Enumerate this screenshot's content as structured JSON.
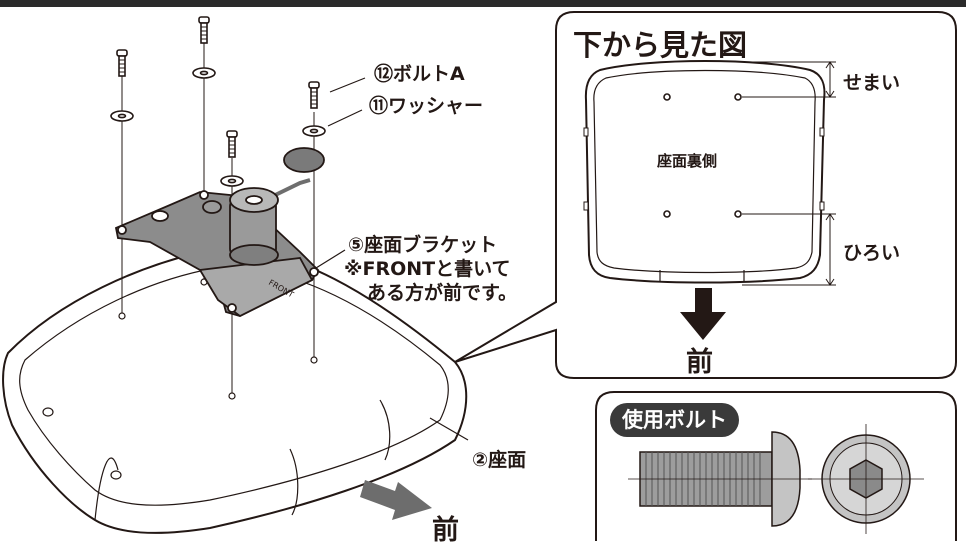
{
  "labels": {
    "bolt_a": "⑫ボルトA",
    "washer": "⑪ワッシャー",
    "bracket": "⑤座面ブラケット",
    "bracket_note_1": "※FRONTと書いて",
    "bracket_note_2": "ある方が前です。",
    "seat": "②座面",
    "front_main": "前",
    "bracket_front_mark": "FRONT"
  },
  "bottom_view": {
    "title": "下から見た図",
    "center_label": "座面裏側",
    "narrow": "せまい",
    "wide": "ひろい",
    "front": "前"
  },
  "bolt_panel": {
    "badge": "使用ボルト"
  },
  "colors": {
    "ink": "#231815",
    "arrow_gray": "#6d6d6d",
    "arrow_dark": "#231815",
    "badge_bg": "#3a3a3a"
  }
}
